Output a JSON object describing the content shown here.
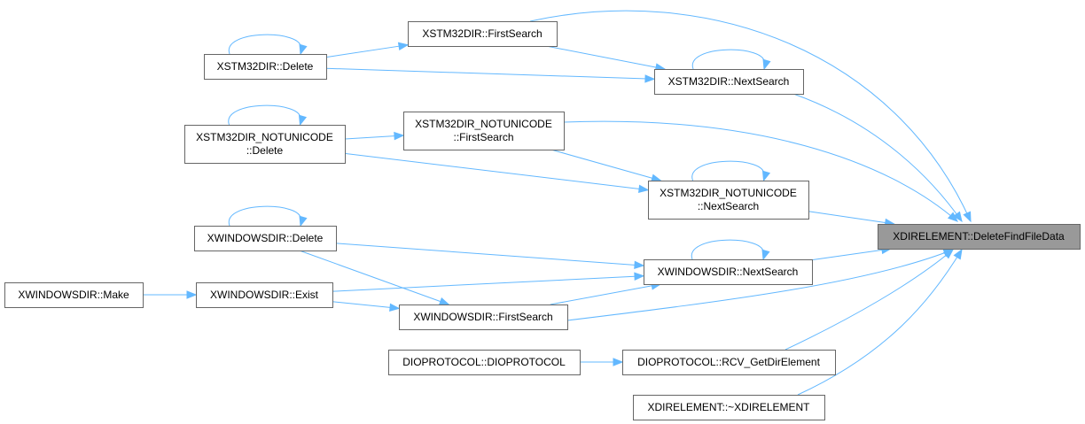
{
  "graph": {
    "root": "XDIRELEMENT::DeleteFindFileData",
    "nodes": [
      {
        "id": "root",
        "lines": [
          "XDIRELEMENT::DeleteFindFileData"
        ],
        "root": true
      },
      {
        "id": "stm-first",
        "lines": [
          "XSTM32DIR::FirstSearch"
        ]
      },
      {
        "id": "stm-delete",
        "lines": [
          "XSTM32DIR::Delete"
        ]
      },
      {
        "id": "stm-next",
        "lines": [
          "XSTM32DIR::NextSearch"
        ]
      },
      {
        "id": "stmnu-first",
        "lines": [
          "XSTM32DIR_NOTUNICODE",
          "::FirstSearch"
        ]
      },
      {
        "id": "stmnu-delete",
        "lines": [
          "XSTM32DIR_NOTUNICODE",
          "::Delete"
        ]
      },
      {
        "id": "stmnu-next",
        "lines": [
          "XSTM32DIR_NOTUNICODE",
          "::NextSearch"
        ]
      },
      {
        "id": "win-delete",
        "lines": [
          "XWINDOWSDIR::Delete"
        ]
      },
      {
        "id": "win-next",
        "lines": [
          "XWINDOWSDIR::NextSearch"
        ]
      },
      {
        "id": "win-make",
        "lines": [
          "XWINDOWSDIR::Make"
        ]
      },
      {
        "id": "win-exist",
        "lines": [
          "XWINDOWSDIR::Exist"
        ]
      },
      {
        "id": "win-first",
        "lines": [
          "XWINDOWSDIR::FirstSearch"
        ]
      },
      {
        "id": "dio-ctor",
        "lines": [
          "DIOPROTOCOL::DIOPROTOCOL"
        ]
      },
      {
        "id": "dio-rcv",
        "lines": [
          "DIOPROTOCOL::RCV_GetDirElement"
        ]
      },
      {
        "id": "dir-dtor",
        "lines": [
          "XDIRELEMENT::~XDIRELEMENT"
        ]
      }
    ],
    "edges": [
      {
        "from": "stm-first",
        "to": "root"
      },
      {
        "from": "stm-delete",
        "to": "stm-first"
      },
      {
        "from": "stm-first",
        "to": "stm-next"
      },
      {
        "from": "stm-delete",
        "to": "stm-next"
      },
      {
        "from": "stm-next",
        "to": "root"
      },
      {
        "from": "stmnu-first",
        "to": "root"
      },
      {
        "from": "stmnu-delete",
        "to": "stmnu-first"
      },
      {
        "from": "stmnu-first",
        "to": "stmnu-next"
      },
      {
        "from": "stmnu-delete",
        "to": "stmnu-next"
      },
      {
        "from": "stmnu-next",
        "to": "root"
      },
      {
        "from": "win-delete",
        "to": "win-next"
      },
      {
        "from": "win-delete",
        "to": "win-first"
      },
      {
        "from": "win-next",
        "to": "root"
      },
      {
        "from": "win-make",
        "to": "win-exist"
      },
      {
        "from": "win-exist",
        "to": "win-next"
      },
      {
        "from": "win-exist",
        "to": "win-first"
      },
      {
        "from": "win-first",
        "to": "win-next"
      },
      {
        "from": "win-first",
        "to": "root"
      },
      {
        "from": "dio-ctor",
        "to": "dio-rcv"
      },
      {
        "from": "dio-rcv",
        "to": "root"
      },
      {
        "from": "dir-dtor",
        "to": "root"
      }
    ],
    "self_loops": [
      "stm-delete",
      "stm-next",
      "stmnu-delete",
      "stmnu-next",
      "win-delete",
      "win-next"
    ],
    "colors": {
      "edge": "#63B8FF",
      "node_border": "#666666",
      "root_fill": "#999999",
      "node_fill": "#ffffff"
    }
  }
}
